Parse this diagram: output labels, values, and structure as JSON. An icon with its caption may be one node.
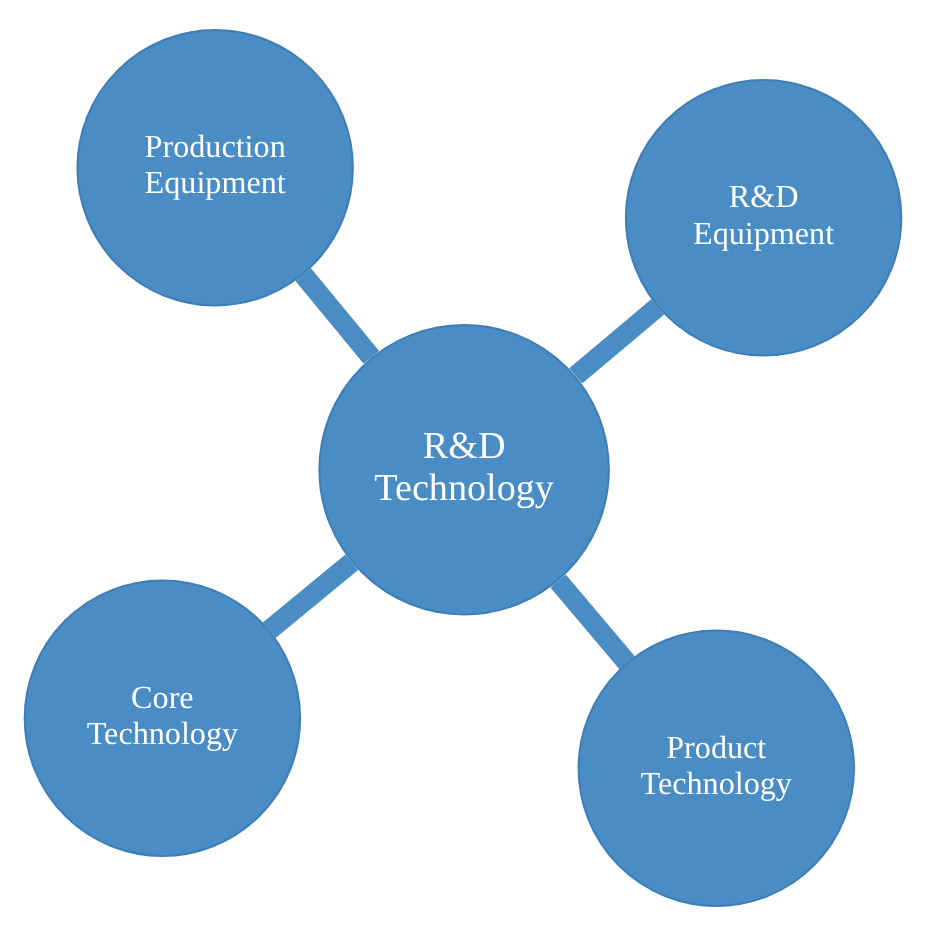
{
  "diagram": {
    "nodes": [
      {
        "text": [
          "Core Technology"
        ]
      },
      {
        "text": [
          "Product Technology"
        ]
      },
      {
        "text": [
          "R&D Technology"
        ]
      },
      {
        "text": [
          "Production Equipment"
        ]
      },
      {
        "text": [
          "R&D Equipment"
        ]
      }
    ],
    "edges": [
      {
        "from": 2,
        "to": 0,
        "arrow": "none"
      },
      {
        "from": 2,
        "to": 1,
        "arrow": "none"
      },
      {
        "from": 2,
        "to": 3,
        "arrow": "none"
      },
      {
        "from": 2,
        "to": 4,
        "arrow": "none"
      }
    ]
  }
}
